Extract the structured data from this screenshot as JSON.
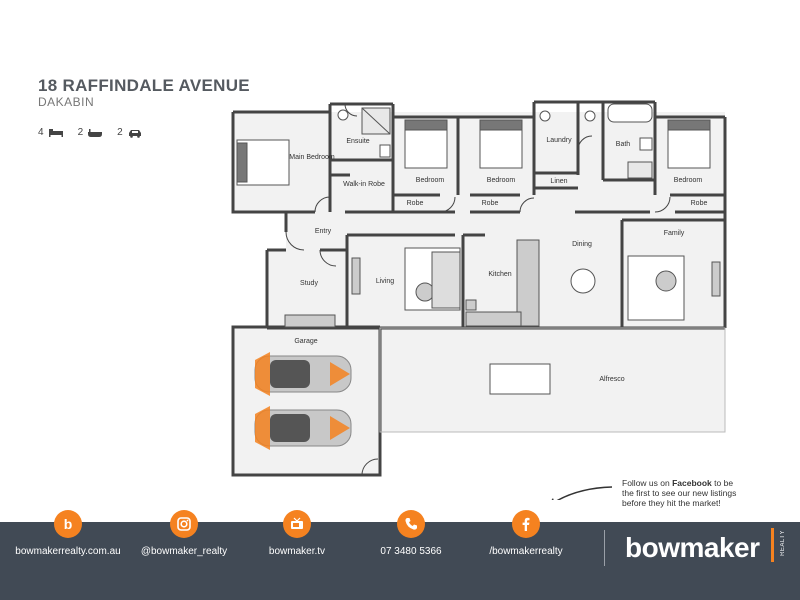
{
  "listing": {
    "address": "18 RAFFINDALE AVENUE",
    "suburb": "DAKABIN",
    "bedrooms": "4",
    "bathrooms": "2",
    "car_spaces": "2"
  },
  "rooms": {
    "main_bedroom": "Main Bedroom",
    "ensuite": "Ensuite",
    "walk_in_robe": "Walk-in Robe",
    "bedroom_1": "Bedroom",
    "bedroom_2": "Bedroom",
    "bedroom_3": "Bedroom",
    "robe_1": "Robe",
    "robe_2": "Robe",
    "robe_3": "Robe",
    "laundry": "Laundry",
    "linen": "Linen",
    "bath": "Bath",
    "entry": "Entry",
    "study": "Study",
    "living": "Living",
    "kitchen": "Kitchen",
    "dining": "Dining",
    "family": "Family",
    "garage": "Garage",
    "alfresco": "Alfresco"
  },
  "callout": {
    "line1_prefix": "Follow us on ",
    "line1_bold": "Facebook",
    "line1_suffix": " to be",
    "line2": "the first to see our new listings",
    "line3": "before they hit the market!"
  },
  "footer": {
    "website": "bowmakerrealty.com.au",
    "instagram": "@bowmaker_realty",
    "tv": "bowmaker.tv",
    "phone": "07 3480 5366",
    "facebook": "/bowmakerrealty",
    "brand": "bowmaker",
    "brand_sub": "REALTY"
  },
  "colors": {
    "accent": "#f58220",
    "footer_bg": "#414a55",
    "wall": "#444444",
    "floor": "#f2f2f2"
  }
}
